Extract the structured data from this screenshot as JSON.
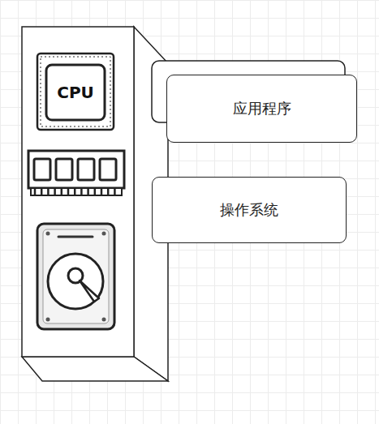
{
  "diagram": {
    "nodes": [
      {
        "text": [
          "应用程序"
        ]
      },
      {
        "text": [
          "操作系统"
        ]
      }
    ],
    "labels": [
      "CPU"
    ]
  }
}
